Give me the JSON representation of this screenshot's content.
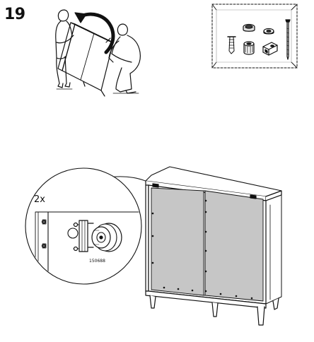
{
  "step": {
    "number": "19"
  },
  "detail": {
    "quantity": "2x",
    "part_number": "150688"
  },
  "colors": {
    "ink": "#111111",
    "back_panel": "#c6c6c6",
    "page": "#ffffff"
  }
}
